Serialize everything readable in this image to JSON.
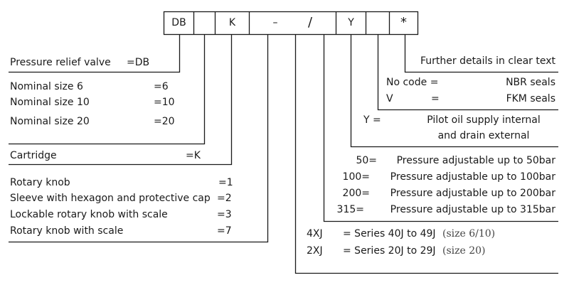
{
  "code_cells": [
    "DB",
    "",
    "K",
    "–",
    "/",
    "Y",
    "",
    "*"
  ],
  "pressure_relief": {
    "label": "Pressure relief valve",
    "code": "=DB"
  },
  "nominal_sizes": [
    {
      "label": "Nominal size 6",
      "code": "=6"
    },
    {
      "label": "Nominal size 10",
      "code": "=10"
    },
    {
      "label": "Nominal size 20",
      "code": "=20"
    }
  ],
  "cartridge": {
    "label": "Cartridge",
    "code": "=K"
  },
  "adjustment": [
    {
      "label": "Rotary knob",
      "code": "=1"
    },
    {
      "label": "Sleeve with hexagon and protective cap",
      "code": "=2"
    },
    {
      "label": "Lockable rotary knob with scale",
      "code": "=3"
    },
    {
      "label": "Rotary knob with scale",
      "code": "=7"
    }
  ],
  "series": [
    {
      "code": "4XJ",
      "desc": "= Series 40J to 49J",
      "size": "(size 6/10)"
    },
    {
      "code": "2XJ",
      "desc": "= Series 20J to 29J",
      "size": "(size 20)"
    }
  ],
  "pressures": [
    {
      "code": "50=",
      "desc": "Pressure adjustable up to 50bar"
    },
    {
      "code": "100=",
      "desc": "Pressure adjustable up to 100bar"
    },
    {
      "code": "200=",
      "desc": "Pressure adjustable up to 200bar"
    },
    {
      "code": "315=",
      "desc": "Pressure adjustable up to 315bar"
    }
  ],
  "pilot": {
    "code": "Y =",
    "line1": "Pilot oil supply internal",
    "line2": "and drain external"
  },
  "seals": [
    {
      "code": "No code =",
      "desc": "NBR seals"
    },
    {
      "code": "V",
      "eq": "=",
      "desc": "FKM seals"
    }
  ],
  "further": "Further details in clear text"
}
